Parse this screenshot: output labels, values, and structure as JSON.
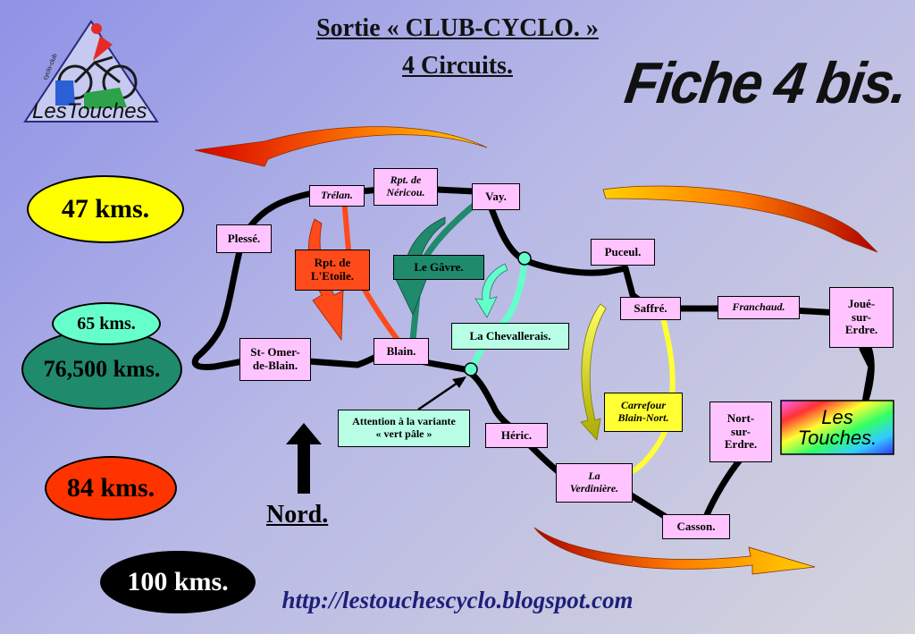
{
  "title": {
    "line1": "Sortie « CLUB-CYCLO. »",
    "line2": "4 Circuits."
  },
  "fiche": "Fiche 4 bis.",
  "url": "http://lestouchescyclo.blogspot.com",
  "logo": {
    "text": "LesTouches",
    "side_text": "cyclo-club"
  },
  "distances": [
    {
      "label": "47 kms.",
      "color": "#ffff00",
      "text_color": "#000000"
    },
    {
      "label": "65 kms.",
      "color": "#66ffcc",
      "text_color": "#000000"
    },
    {
      "label": "76,500 kms.",
      "color": "#1f8a6c",
      "text_color": "#000000"
    },
    {
      "label": "84 kms.",
      "color": "#ff3300",
      "text_color": "#000000"
    },
    {
      "label": "100 kms.",
      "color": "#000000",
      "text_color": "#ffffff"
    }
  ],
  "places": {
    "plesse": "Plessé.",
    "trelan": "Trélan.",
    "pont_nericou": "Rpt. de\nNéricou.",
    "vay": "Vay.",
    "puceul": "Puceul.",
    "saffre": "Saffré.",
    "franchaud": "Franchaud.",
    "joue": "Joué-\nsur-\nErdre.",
    "st_omer": "St- Omer-\nde-Blain.",
    "blain": "Blain.",
    "chevallerais": "La Chevallerais.",
    "heric": "Héric.",
    "verdiniere": "La\nVerdinière.",
    "casson": "Casson.",
    "nort": "Nort-\nsur-\nErdre.",
    "carrefour": "Carrefour\nBlain-Nort.",
    "rpt_etoile": "Rpt.  de\nL'Etoile.",
    "gavre": "Le Gâvre.",
    "attention": "Attention  à la variante\n« vert pâle »",
    "les_touches": "Les\nTouches."
  },
  "north_label": "Nord.",
  "colors": {
    "route": "#000000",
    "red_route": "#ff4a1a",
    "green_route": "#1f8a6c",
    "pale_green_route": "#66ffcc",
    "yellow_route": "#ffff33",
    "place_box": "#ffc4ff"
  }
}
